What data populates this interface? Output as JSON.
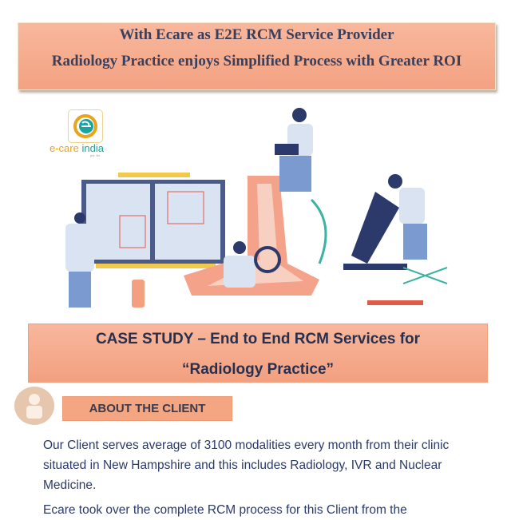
{
  "banner": {
    "line1": "With Ecare as E2E RCM Service Provider",
    "line2": "Radiology Practice enjoys Simplified Process with Greater ROI"
  },
  "logo": {
    "name_prefix": "e-care ",
    "name_suffix": "india",
    "sub": "pvt. ltd."
  },
  "case_study": {
    "line1": "CASE STUDY – End to End RCM Services for",
    "line2": "“Radiology Practice”"
  },
  "about": {
    "heading": "ABOUT THE CLIENT",
    "paragraph1": "Our Client serves average of 3100 modalities every month from their clinic situated in New Hampshire and this includes Radiology, IVR and Nuclear Medicine.",
    "paragraph2": "Ecare took over the complete RCM process for this Client from the"
  },
  "colors": {
    "banner": "#f5a98a",
    "text_dark": "#283050",
    "body_text": "#2b3a6b",
    "accent_orange": "#e9a31c",
    "accent_teal": "#1aa4a0"
  }
}
